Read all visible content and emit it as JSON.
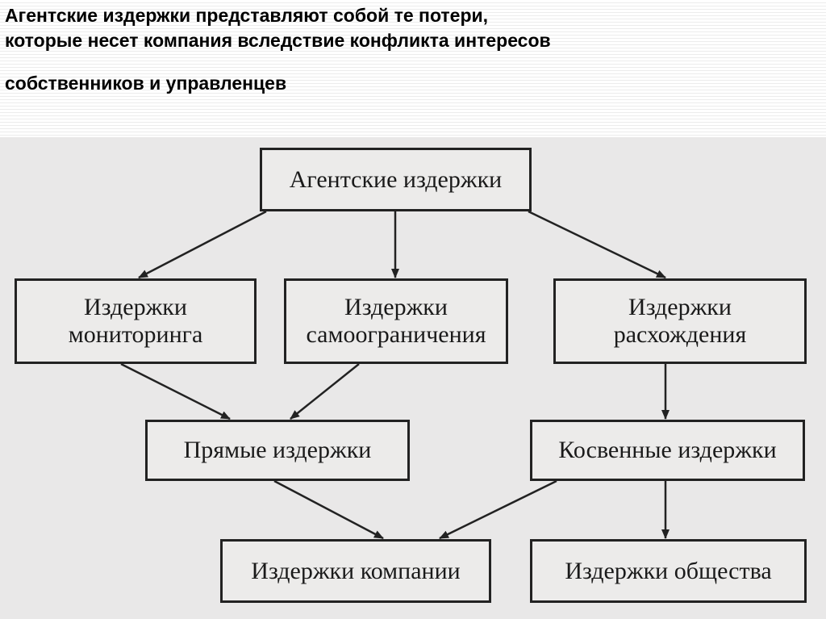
{
  "title": {
    "line1": "Агентские издержки представляют собой те потери,",
    "line2": "которые несет компания вследствие конфликта интересов",
    "line3": "собственников и управленцев"
  },
  "diagram": {
    "root": "Агентские издержки",
    "monitoring": "Издержки мониторинга",
    "self_limitation": "Издержки самоограничения",
    "divergence": "Издержки расхождения",
    "direct": "Прямые издержки",
    "indirect": "Косвенные издержки",
    "company": "Издержки компании",
    "society": "Издержки общества"
  }
}
